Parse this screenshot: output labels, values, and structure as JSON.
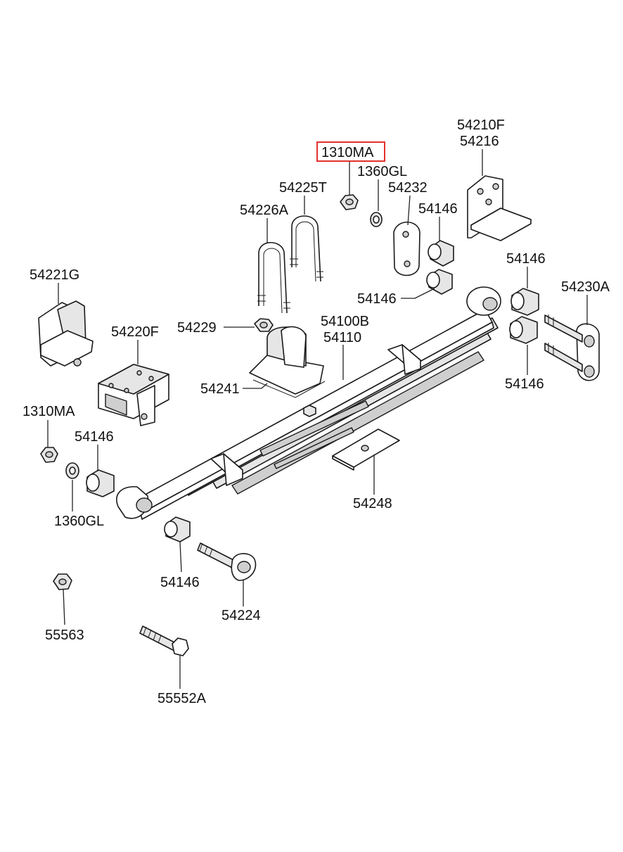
{
  "diagram": {
    "highlight_color": "#e0312f",
    "callouts": {
      "p_1310ma_top": "1310MA",
      "p_1360gl_top": "1360GL",
      "p_54232": "54232",
      "p_54210f": "54210F",
      "p_54216": "54216",
      "p_54225t": "54225T",
      "p_54226a": "54226A",
      "p_54146_a": "54146",
      "p_54146_b": "54146",
      "p_54146_c": "54146",
      "p_54146_d": "54146",
      "p_54146_e": "54146",
      "p_54146_f": "54146",
      "p_54221g": "54221G",
      "p_54220f": "54220F",
      "p_54229": "54229",
      "p_54100b": "54100B",
      "p_54110": "54110",
      "p_54230a": "54230A",
      "p_54241": "54241",
      "p_1310ma_left": "1310MA",
      "p_1360gl_left": "1360GL",
      "p_54248": "54248",
      "p_54224": "54224",
      "p_55563": "55563",
      "p_55552a": "55552A"
    }
  }
}
